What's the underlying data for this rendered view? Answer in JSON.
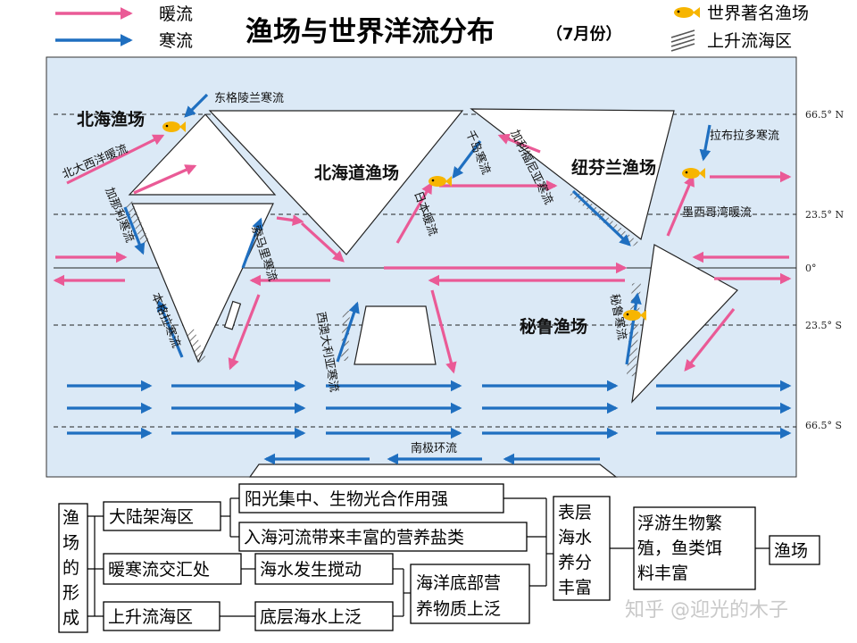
{
  "title": "渔场与世界洋流分布",
  "title_month": "（7月份）",
  "legend": {
    "warm": "暖流",
    "cold": "寒流",
    "fishery": "世界著名渔场",
    "upwelling": "上升流海区"
  },
  "colors": {
    "ocean": "#dbe9f6",
    "warm": "#ea5a96",
    "cold": "#1f6fc0",
    "fish": "#f7b500",
    "land": "#ffffff"
  },
  "latitudes": [
    "66.5° N",
    "23.5° N",
    "0°",
    "23.5° S",
    "66.5° S"
  ],
  "fisheries": [
    "北海渔场",
    "北海道渔场",
    "纽芬兰渔场",
    "秘鲁渔场"
  ],
  "currents": {
    "east_greenland": "东格陵兰寒流",
    "north_atlantic": "北大西洋暖流",
    "canary": "加那利寒流",
    "benguela": "本格拉寒流",
    "somali": "索马里寒流",
    "west_australia": "西澳大利亚寒流",
    "oyashio": "千岛寒流",
    "kuroshio": "日本暖流",
    "california": "加利福尼亚寒流",
    "labrador": "拉布拉多寒流",
    "gulf_stream": "墨西哥湾暖流",
    "peru": "秘鲁寒流",
    "antarctic": "南极环流"
  },
  "formation": {
    "root": "渔场的形成",
    "causes": [
      "大陆架海区",
      "暖寒流交汇处",
      "上升流海区"
    ],
    "shelf_effects": [
      "阳光集中、生物光合作用强",
      "入海河流带来丰富的营养盐类"
    ],
    "stir": "海水发生搅动",
    "upwell": "底层海水上泛",
    "nutrients_up": "海洋底部营养物质上泛",
    "surface_rich": "表层海水养分丰富",
    "plankton": "浮游生物繁殖，鱼类饵料丰富",
    "result": "渔场"
  },
  "watermark": "知乎 @迎光的木子"
}
